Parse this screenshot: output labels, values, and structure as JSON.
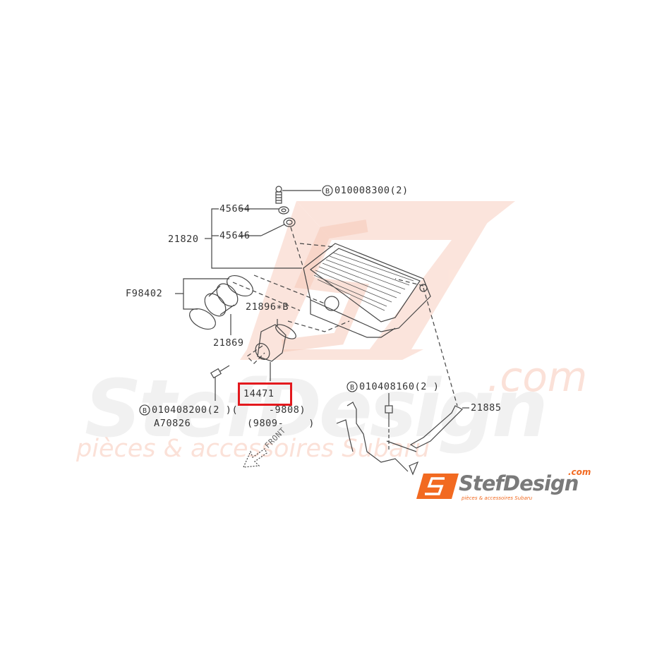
{
  "diagram": {
    "type": "exploded parts diagram",
    "subject": "intercooler assembly",
    "parts": [
      {
        "id": "p1",
        "label": "010008300(2)",
        "prefix_badge": "B"
      },
      {
        "id": "p2",
        "label": "45664"
      },
      {
        "id": "p3",
        "label": "45646"
      },
      {
        "id": "p4",
        "label": "21820"
      },
      {
        "id": "p5",
        "label": "F98402"
      },
      {
        "id": "p6",
        "label": "21896∗B"
      },
      {
        "id": "p7",
        "label": "21869"
      },
      {
        "id": "p8",
        "label": "14471",
        "highlighted": true
      },
      {
        "id": "p9",
        "label": "010408200(2 )(     -9808)",
        "prefix_badge": "B"
      },
      {
        "id": "p10",
        "label": "A70826"
      },
      {
        "id": "p11",
        "label": "(9809-    )"
      },
      {
        "id": "p12",
        "label": "010408160(2 )",
        "prefix_badge": "B"
      },
      {
        "id": "p13",
        "label": "21885"
      }
    ],
    "direction_marker": "FRONT",
    "highlight_color": "#e3191e"
  },
  "watermark": {
    "brand": "StefDesign",
    "domain_suffix": ".com",
    "tagline": "pièces & accessoires Subaru",
    "color": "#f7d3c8"
  },
  "logo": {
    "mark": "SJ",
    "brand": "StefDesign",
    "domain_suffix": ".com",
    "tagline": "pièces & accessoires Subaru",
    "accent_color": "#f26a21",
    "text_color": "#7a7a7a"
  }
}
